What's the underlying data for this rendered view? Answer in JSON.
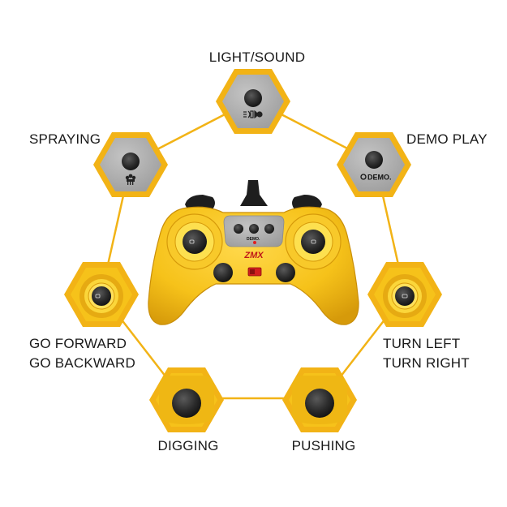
{
  "labels": {
    "light_sound": "LIGHT/SOUND",
    "spraying": "SPRAYING",
    "demo_play": "DEMO PLAY",
    "go_forward": "GO FORWARD",
    "go_backward": "GO BACKWARD",
    "turn_left": "TURN LEFT",
    "turn_right": "TURN RIGHT",
    "digging": "DIGGING",
    "pushing": "PUSHING"
  },
  "button_marks": {
    "demo": "DEMO.",
    "demo_small": "DEMO."
  },
  "brand": {
    "logo": "ZMX"
  },
  "icons": {
    "light_sound": "light-sound-icon",
    "spraying": "spray-icon",
    "demo": "demo-icon"
  },
  "colors": {
    "accent_yellow": "#f2b316",
    "controller_yellow": "#f6c21a",
    "controller_shadow": "#d69a0a",
    "panel_gray": "#a7a7a7",
    "button_dark": "#2b2b2b",
    "background": "#ffffff"
  }
}
